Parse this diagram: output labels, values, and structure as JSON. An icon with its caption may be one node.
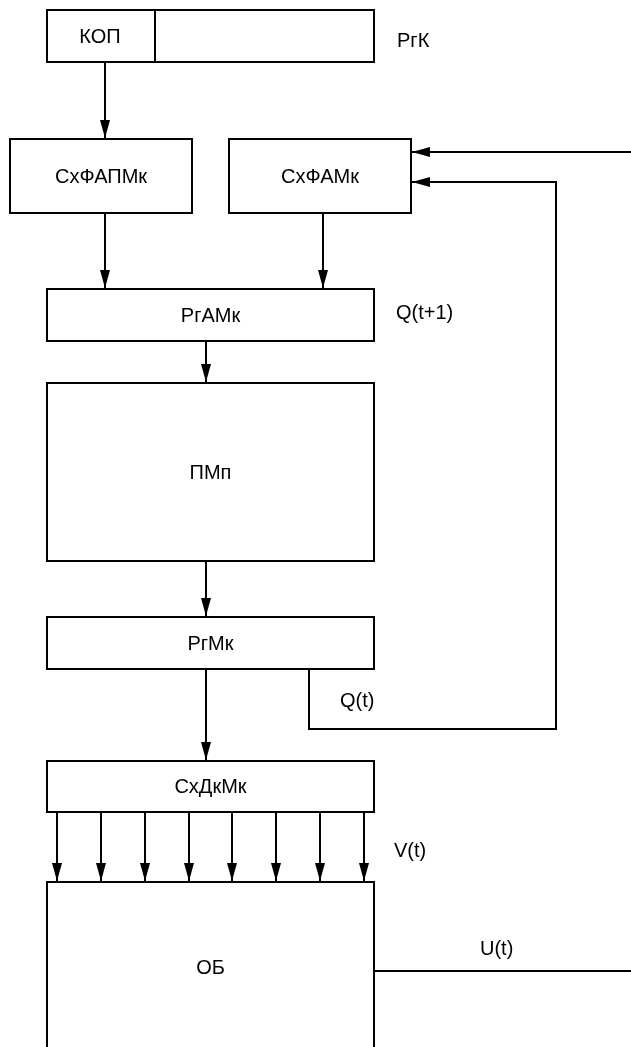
{
  "diagram": {
    "nodes": [
      {
        "text": [],
        "shape": "box",
        "beside": [
          "РгК"
        ]
      },
      {
        "text": [
          "КОП"
        ],
        "in": 0
      },
      {
        "text": [
          "СхФАПМк"
        ]
      },
      {
        "text": [
          "СхФАМк"
        ]
      },
      {
        "text": [
          "РгАМк"
        ],
        "beside": [
          "Q(t+1)"
        ]
      },
      {
        "text": [
          "ПМп"
        ]
      },
      {
        "text": [
          "РгМк"
        ]
      },
      {
        "text": [
          "СхДкМк"
        ]
      },
      {
        "text": [
          "ОБ"
        ]
      }
    ],
    "edges": [
      {
        "from": 1,
        "to": 2,
        "arrow": "to"
      },
      {
        "from": 2,
        "to": 4,
        "arrow": "to"
      },
      {
        "from": 3,
        "to": 4,
        "arrow": "to"
      },
      {
        "from": 4,
        "to": 5,
        "arrow": "to"
      },
      {
        "from": 5,
        "to": 6,
        "arrow": "to"
      },
      {
        "from": 6,
        "to": 7,
        "arrow": "to"
      },
      {
        "from": 6,
        "to": 3,
        "arrow": "to",
        "label": "Q(t)"
      },
      {
        "from": null,
        "to": 3,
        "arrow": "to"
      },
      {
        "from": 7,
        "to": 8,
        "arrow": "to"
      },
      {
        "from": 7,
        "to": 8,
        "arrow": "to"
      },
      {
        "from": 7,
        "to": 8,
        "arrow": "to"
      },
      {
        "from": 7,
        "to": 8,
        "arrow": "to"
      },
      {
        "from": 7,
        "to": 8,
        "arrow": "to"
      },
      {
        "from": 7,
        "to": 8,
        "arrow": "to"
      },
      {
        "from": 7,
        "to": 8,
        "arrow": "to"
      },
      {
        "from": 7,
        "to": 8,
        "arrow": "to"
      },
      {
        "from": 8,
        "to": null,
        "arrow": "none",
        "label": "U(t)"
      }
    ],
    "labels": [
      "V(t)"
    ]
  }
}
